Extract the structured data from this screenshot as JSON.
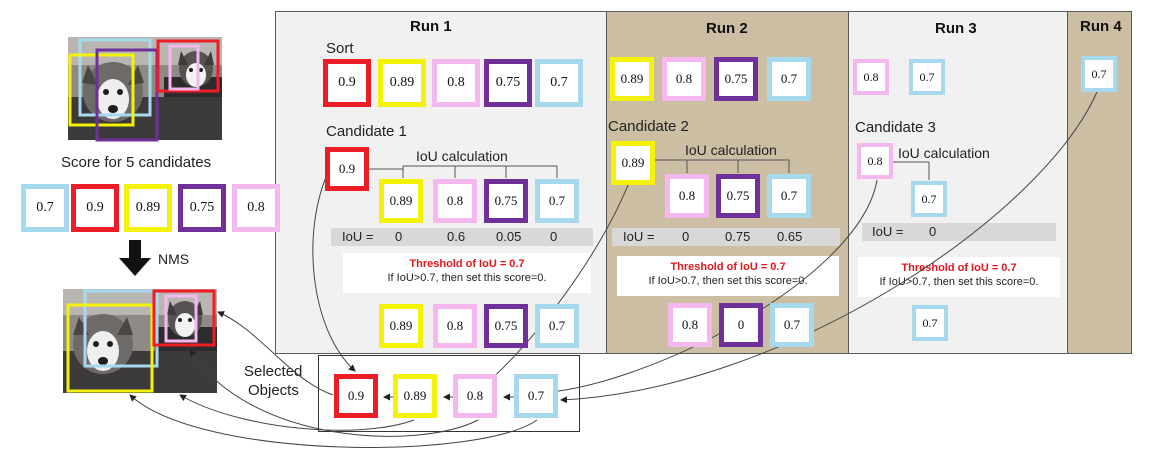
{
  "colors": {
    "red": "#ee1c24",
    "yellow": "#f5f20a",
    "pink": "#f4b8ee",
    "purple": "#6f3199",
    "blue": "#a6d9ee",
    "tan": "#cbbea2",
    "lightgray": "#f1f1f1",
    "threshold_red": "#e8141b"
  },
  "left": {
    "score_label": "Score for 5 candidates",
    "candidates": [
      {
        "value": "0.7",
        "color": "blue"
      },
      {
        "value": "0.9",
        "color": "red"
      },
      {
        "value": "0.89",
        "color": "yellow"
      },
      {
        "value": "0.75",
        "color": "purple"
      },
      {
        "value": "0.8",
        "color": "pink"
      }
    ],
    "nms_label": "NMS"
  },
  "runs": [
    {
      "title": "Run 1",
      "sort_label": "Sort",
      "sorted": [
        {
          "value": "0.9",
          "color": "red"
        },
        {
          "value": "0.89",
          "color": "yellow"
        },
        {
          "value": "0.8",
          "color": "pink"
        },
        {
          "value": "0.75",
          "color": "purple"
        },
        {
          "value": "0.7",
          "color": "blue"
        }
      ],
      "candidate_label": "Candidate 1",
      "candidate": {
        "value": "0.9",
        "color": "red"
      },
      "iou_label": "IoU calculation",
      "compare": [
        {
          "value": "0.89",
          "color": "yellow"
        },
        {
          "value": "0.8",
          "color": "pink"
        },
        {
          "value": "0.75",
          "color": "purple"
        },
        {
          "value": "0.7",
          "color": "blue"
        }
      ],
      "iou_prefix": "IoU =",
      "iou_values": [
        "0",
        "0.6",
        "0.05",
        "0"
      ],
      "threshold_title": "Threshold of IoU = 0.7",
      "threshold_rule": "If IoU>0.7, then set this score=0.",
      "result": [
        {
          "value": "0.89",
          "color": "yellow"
        },
        {
          "value": "0.8",
          "color": "pink"
        },
        {
          "value": "0.75",
          "color": "purple"
        },
        {
          "value": "0.7",
          "color": "blue"
        }
      ]
    },
    {
      "title": "Run 2",
      "sorted": [
        {
          "value": "0.89",
          "color": "yellow"
        },
        {
          "value": "0.8",
          "color": "pink"
        },
        {
          "value": "0.75",
          "color": "purple"
        },
        {
          "value": "0.7",
          "color": "blue"
        }
      ],
      "candidate_label": "Candidate 2",
      "candidate": {
        "value": "0.89",
        "color": "yellow"
      },
      "iou_label": "IoU calculation",
      "compare": [
        {
          "value": "0.8",
          "color": "pink"
        },
        {
          "value": "0.75",
          "color": "purple"
        },
        {
          "value": "0.7",
          "color": "blue"
        }
      ],
      "iou_prefix": "IoU =",
      "iou_values": [
        "0",
        "0.75",
        "0.65"
      ],
      "threshold_title": "Threshold of IoU = 0.7",
      "threshold_rule": "If IoU>0.7, then set this score=0.",
      "result": [
        {
          "value": "0.8",
          "color": "pink"
        },
        {
          "value": "0",
          "color": "purple"
        },
        {
          "value": "0.7",
          "color": "blue"
        }
      ]
    },
    {
      "title": "Run 3",
      "sorted": [
        {
          "value": "0.8",
          "color": "pink"
        },
        {
          "value": "0.7",
          "color": "blue"
        }
      ],
      "candidate_label": "Candidate 3",
      "candidate": {
        "value": "0.8",
        "color": "pink"
      },
      "iou_label": "IoU calculation",
      "compare": [
        {
          "value": "0.7",
          "color": "blue"
        }
      ],
      "iou_prefix": "IoU =",
      "iou_values": [
        "0"
      ],
      "threshold_title": "Threshold of IoU = 0.7",
      "threshold_rule": "If IoU>0.7, then set this score=0.",
      "result": [
        {
          "value": "0.7",
          "color": "blue"
        }
      ]
    },
    {
      "title": "Run 4",
      "sorted": [
        {
          "value": "0.7",
          "color": "blue"
        }
      ]
    }
  ],
  "selected": {
    "label_line1": "Selected",
    "label_line2": "Objects",
    "items": [
      {
        "value": "0.9",
        "color": "red"
      },
      {
        "value": "0.89",
        "color": "yellow"
      },
      {
        "value": "0.8",
        "color": "pink"
      },
      {
        "value": "0.7",
        "color": "blue"
      }
    ]
  }
}
